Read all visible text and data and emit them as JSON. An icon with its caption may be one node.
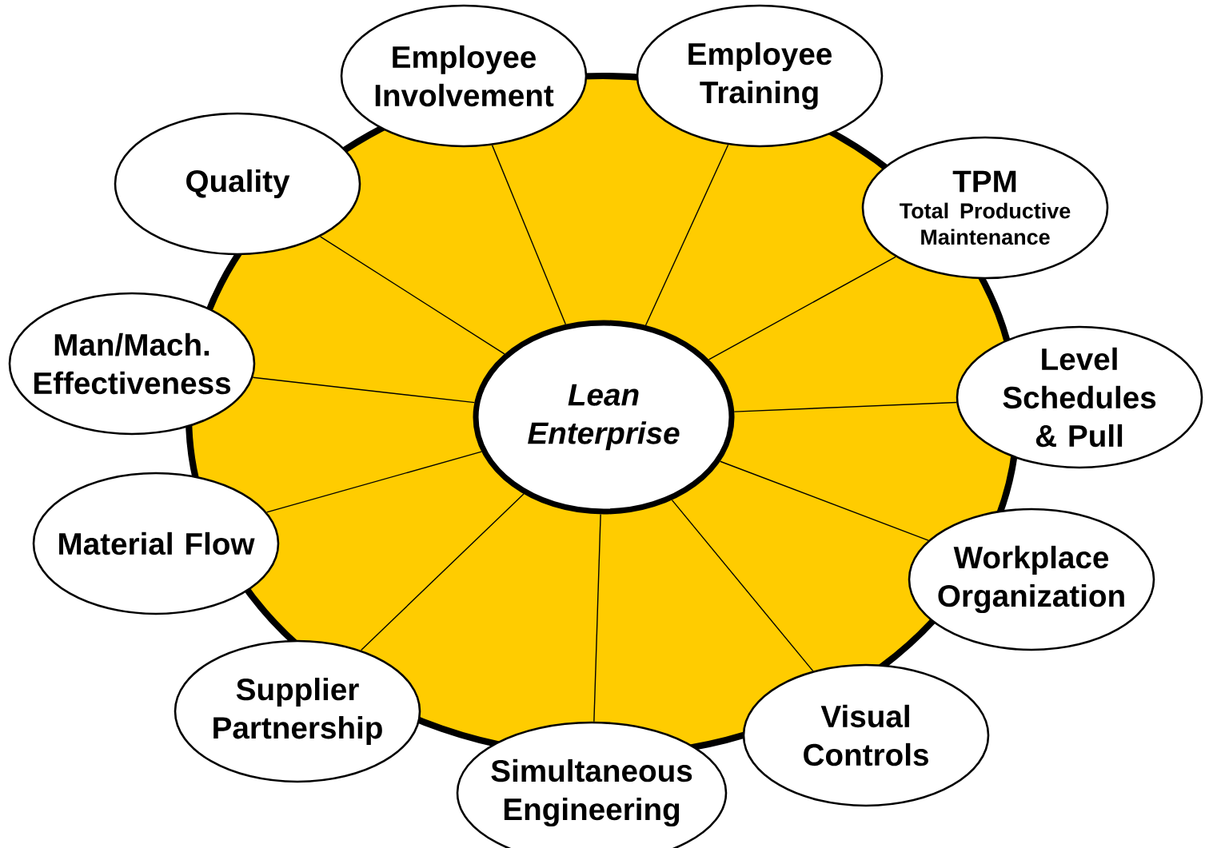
{
  "diagram": {
    "nodes": [
      {
        "text": [
          "Lean Enterprise"
        ]
      },
      {
        "text": [
          "Quality"
        ]
      },
      {
        "text": [
          "Employee Involvement"
        ]
      },
      {
        "text": [
          "Employee Training"
        ]
      },
      {
        "text": [
          "TPM",
          "Total Productive Maintenance"
        ]
      },
      {
        "text": [
          "Level Schedules & Pull"
        ]
      },
      {
        "text": [
          "Workplace Organization"
        ]
      },
      {
        "text": [
          "Visual Controls"
        ]
      },
      {
        "text": [
          "Simultaneous Engineering"
        ]
      },
      {
        "text": [
          "Supplier Partnership"
        ]
      },
      {
        "text": [
          "Material Flow"
        ]
      },
      {
        "text": [
          "Man/Mach. Effectiveness"
        ]
      }
    ],
    "edges": [
      {
        "from": 0,
        "to": 1,
        "arrow": "none"
      },
      {
        "from": 0,
        "to": 2,
        "arrow": "none"
      },
      {
        "from": 0,
        "to": 3,
        "arrow": "none"
      },
      {
        "from": 0,
        "to": 4,
        "arrow": "none"
      },
      {
        "from": 0,
        "to": 5,
        "arrow": "none"
      },
      {
        "from": 0,
        "to": 6,
        "arrow": "none"
      },
      {
        "from": 0,
        "to": 7,
        "arrow": "none"
      },
      {
        "from": 0,
        "to": 8,
        "arrow": "none"
      },
      {
        "from": 0,
        "to": 9,
        "arrow": "none"
      },
      {
        "from": 0,
        "to": 10,
        "arrow": "none"
      },
      {
        "from": 0,
        "to": 11,
        "arrow": "none"
      }
    ]
  }
}
